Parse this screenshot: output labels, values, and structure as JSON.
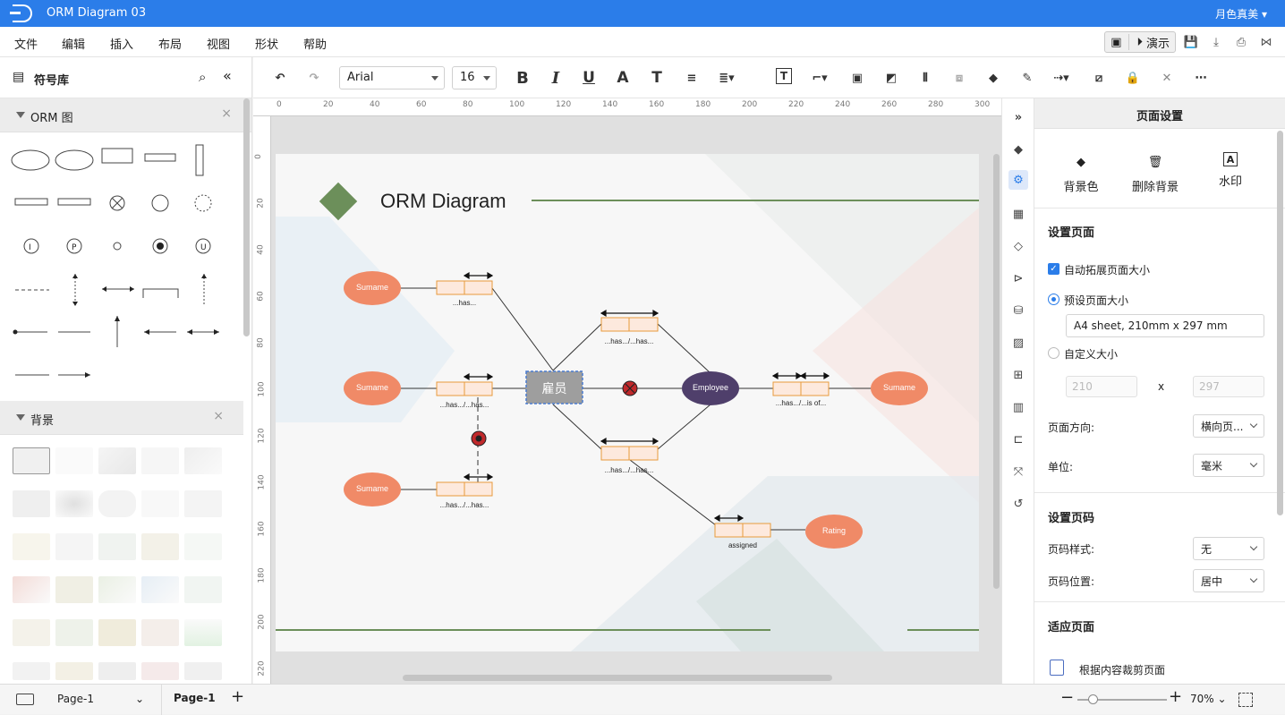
{
  "app": {
    "title": "ORM Diagram 03",
    "user": "月色真美"
  },
  "menu": [
    "文件",
    "编辑",
    "插入",
    "布局",
    "视图",
    "形状",
    "帮助"
  ],
  "present_label": "演示",
  "sidebar": {
    "title": "符号库",
    "orm_section": "ORM 图",
    "bg_section": "背景"
  },
  "toolbar": {
    "font": "Arial",
    "size": "16"
  },
  "ruler": {
    "top": [
      "0",
      "20",
      "40",
      "60",
      "80",
      "100",
      "120",
      "140",
      "160",
      "180",
      "200",
      "220",
      "240",
      "260",
      "280",
      "300"
    ],
    "left": [
      "0",
      "20",
      "40",
      "60",
      "80",
      "100",
      "120",
      "140",
      "160",
      "180",
      "200",
      "220"
    ]
  },
  "diagram": {
    "title": "ORM Diagram",
    "sumame": "Sumame",
    "employee": "Employee",
    "rating": "Rating",
    "selected_text": "雇员",
    "labels": {
      "l1": "...has...",
      "l2": "...has.../...has...",
      "l3": "...has.../...has...",
      "l4": "...has.../...has...",
      "l5": "...has.../...has...",
      "l6": "...has.../...is of...",
      "l7": "assigned"
    }
  },
  "panel": {
    "header": "页面设置",
    "btn_bg": "背景色",
    "btn_delbg": "删除背景",
    "btn_wm": "水印",
    "setup_page": "设置页面",
    "auto_expand": "自动拓展页面大小",
    "preset_size": "预设页面大小",
    "preset_value": "A4 sheet, 210mm x 297 mm",
    "custom_size": "自定义大小",
    "width": "210",
    "x": "x",
    "height": "297",
    "orientation_label": "页面方向:",
    "orientation_value": "横向页...",
    "unit_label": "单位:",
    "unit_value": "毫米",
    "page_num_title": "设置页码",
    "page_num_style_label": "页码样式:",
    "page_num_style_value": "无",
    "page_num_pos_label": "页码位置:",
    "page_num_pos_value": "居中",
    "fit_page_title": "适应页面",
    "fit_content": "根据内容裁剪页面"
  },
  "status": {
    "page_select": "Page-1",
    "page_tab": "Page-1",
    "zoom": "70%"
  },
  "colors": {
    "accent": "#2b7de9",
    "entity": "#f08a67",
    "employee": "#4f3f6b",
    "green": "#6c8f5a"
  }
}
